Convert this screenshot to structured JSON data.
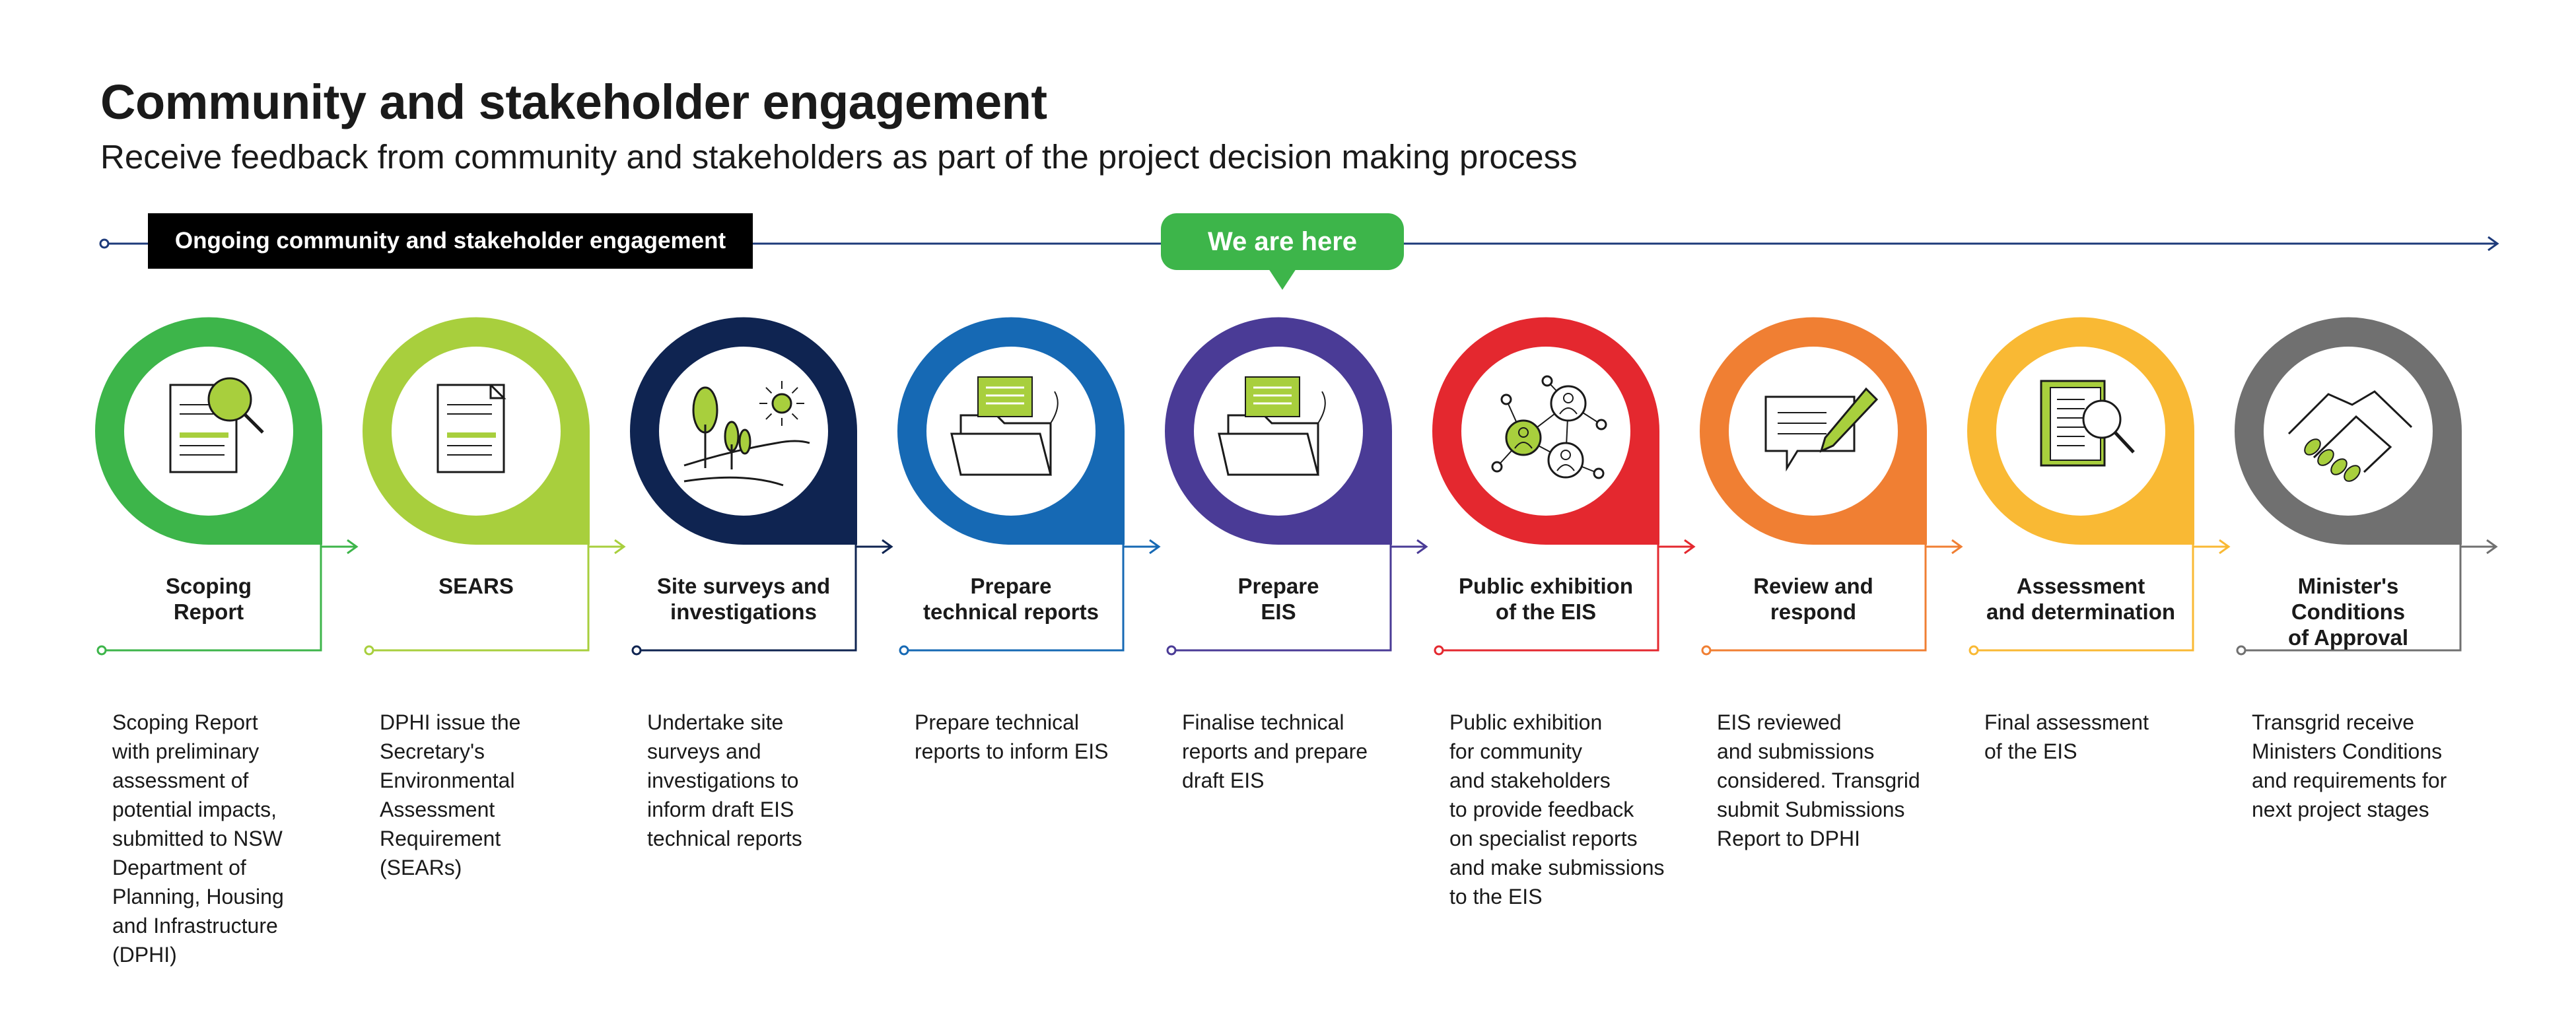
{
  "header": {
    "title": "Community and stakeholder engagement",
    "subtitle": "Receive feedback from community and stakeholders as part of the project decision making process"
  },
  "timeline": {
    "ongoing_label": "Ongoing community and stakeholder engagement",
    "current_marker": "We are here",
    "line_color": "#1d3a7a"
  },
  "steps": [
    {
      "title": "Scoping\nReport",
      "description": "Scoping Report\nwith preliminary\nassessment of\npotential impacts,\nsubmitted to NSW\nDepartment of\nPlanning, Housing\nand Infrastructure\n(DPHI)",
      "color": "#3db54a",
      "icon": "document-magnifier-icon"
    },
    {
      "title": "SEARS",
      "description": "DPHI issue the\nSecretary's\nEnvironmental\nAssessment\nRequirement\n(SEARs)",
      "color": "#a8cf3d",
      "icon": "document-icon"
    },
    {
      "title": "Site surveys and\ninvestigations",
      "description": "Undertake site\nsurveys and\ninvestigations to\ninform draft EIS\ntechnical reports",
      "color": "#0f2451",
      "icon": "landscape-icon"
    },
    {
      "title": "Prepare\ntechnical reports",
      "description": "Prepare technical\nreports to inform EIS",
      "color": "#1669b4",
      "icon": "folder-report-icon"
    },
    {
      "title": "Prepare\nEIS",
      "description": "Finalise technical\nreports and prepare\ndraft EIS",
      "color": "#4a3b96",
      "icon": "folder-report-icon"
    },
    {
      "title": "Public exhibition\nof the EIS",
      "description": "Public exhibition\nfor community\nand stakeholders\nto provide feedback\non specialist reports\nand make submissions\nto the EIS",
      "color": "#e4282f",
      "icon": "network-people-icon"
    },
    {
      "title": "Review and\nrespond",
      "description": "EIS reviewed\nand submissions\nconsidered. Transgrid\nsubmit Submissions\nReport to DPHI",
      "color": "#f07f33",
      "icon": "speech-pencil-icon"
    },
    {
      "title": "Assessment\nand determination",
      "description": "Final assessment\nof the EIS",
      "color": "#f9b934",
      "icon": "notebook-magnifier-icon"
    },
    {
      "title": "Minister's Conditions\nof Approval",
      "description": "Transgrid receive\nMinisters Conditions\nand requirements for\nnext project stages",
      "color": "#707070",
      "icon": "handshake-icon"
    }
  ]
}
